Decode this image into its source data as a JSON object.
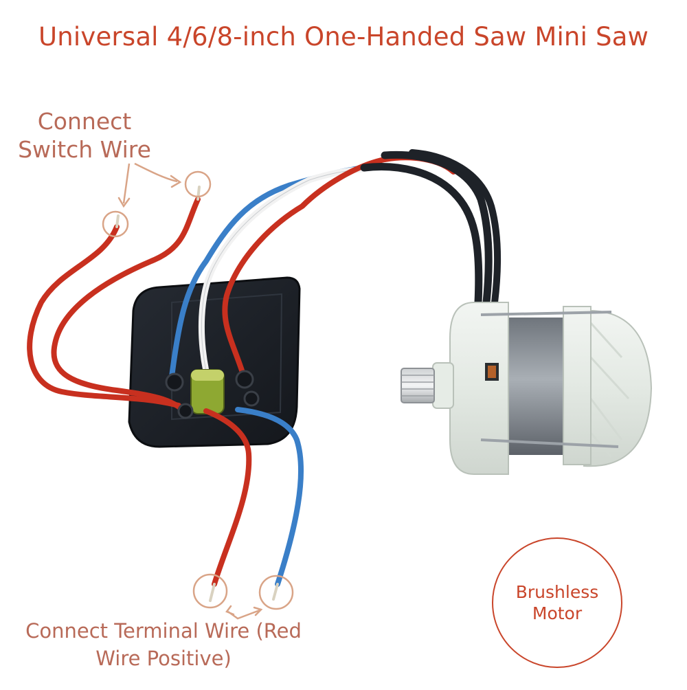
{
  "title": "Universal 4/6/8-inch One-Handed Saw Mini Saw",
  "callouts": {
    "switch_wire": "Connect Switch Wire",
    "terminal_wire": "Connect Terminal Wire (Red Wire Positive)"
  },
  "badge": {
    "text": "Brushless Motor"
  },
  "colors": {
    "title": "#c9452a",
    "callout": "#b86a58",
    "wire_red": "#c8301f",
    "wire_blue": "#3a7fc8",
    "wire_black": "#1e2228",
    "wire_white": "#f2f2f2",
    "controller_board": "#1b1f26",
    "motor_housing": "#e6ece6"
  }
}
